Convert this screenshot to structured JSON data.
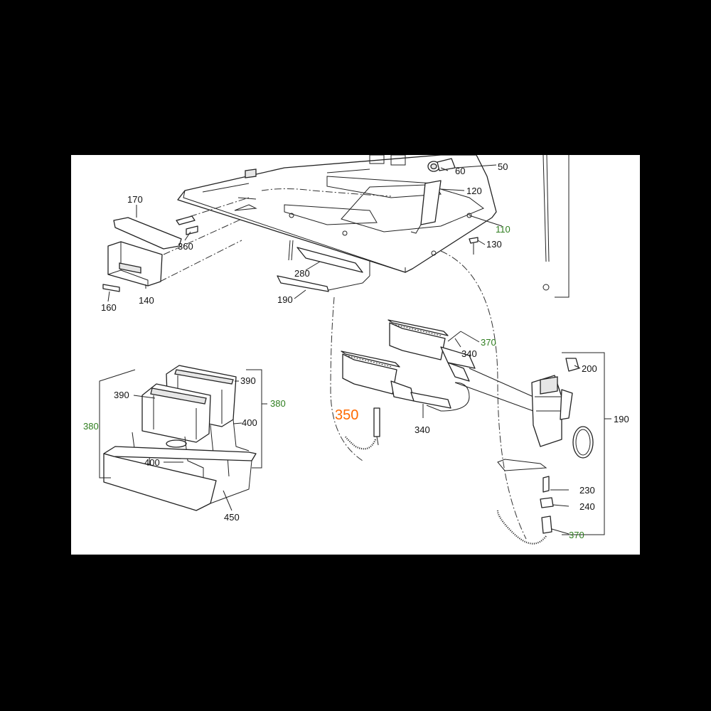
{
  "colors": {
    "background": "#000000",
    "paper": "#ffffff",
    "line": "#222222",
    "label_default": "#111111",
    "label_green": "#2e7d1e",
    "label_highlight": "#ff6a00"
  },
  "callouts": [
    {
      "id": "c-50",
      "text": "50",
      "color": "default"
    },
    {
      "id": "c-60",
      "text": "60",
      "color": "default"
    },
    {
      "id": "c-120",
      "text": "120",
      "color": "default"
    },
    {
      "id": "c-110",
      "text": "110",
      "color": "green"
    },
    {
      "id": "c-130",
      "text": "130",
      "color": "default"
    },
    {
      "id": "c-170",
      "text": "170",
      "color": "default"
    },
    {
      "id": "c-360",
      "text": "360",
      "color": "default"
    },
    {
      "id": "c-140",
      "text": "140",
      "color": "default"
    },
    {
      "id": "c-160",
      "text": "160",
      "color": "default"
    },
    {
      "id": "c-280",
      "text": "280",
      "color": "default"
    },
    {
      "id": "c-190a",
      "text": "190",
      "color": "default"
    },
    {
      "id": "c-370a",
      "text": "370",
      "color": "green"
    },
    {
      "id": "c-340a",
      "text": "340",
      "color": "default"
    },
    {
      "id": "c-340b",
      "text": "340",
      "color": "default"
    },
    {
      "id": "c-350",
      "text": "350",
      "color": "highlight"
    },
    {
      "id": "c-200",
      "text": "200",
      "color": "default"
    },
    {
      "id": "c-190b",
      "text": "190",
      "color": "default"
    },
    {
      "id": "c-230",
      "text": "230",
      "color": "default"
    },
    {
      "id": "c-240",
      "text": "240",
      "color": "default"
    },
    {
      "id": "c-370b",
      "text": "370",
      "color": "green"
    },
    {
      "id": "c-390a",
      "text": "390",
      "color": "default"
    },
    {
      "id": "c-390b",
      "text": "390",
      "color": "default"
    },
    {
      "id": "c-380a",
      "text": "380",
      "color": "green"
    },
    {
      "id": "c-380b",
      "text": "380",
      "color": "green"
    },
    {
      "id": "c-400a",
      "text": "400",
      "color": "default"
    },
    {
      "id": "c-400b",
      "text": "400",
      "color": "default"
    },
    {
      "id": "c-450",
      "text": "450",
      "color": "default"
    }
  ]
}
